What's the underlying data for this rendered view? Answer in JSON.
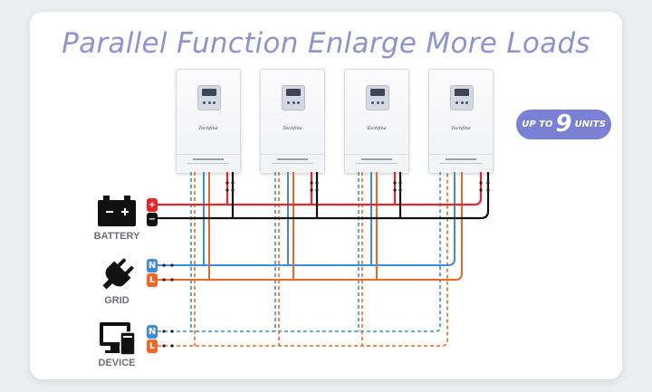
{
  "title": "Parallel Function Enlarge More Loads",
  "badge": {
    "prefix": "UP TO",
    "count": "9",
    "suffix": "UNITS"
  },
  "inverter": {
    "brand": "Techfine"
  },
  "sources": {
    "battery": {
      "label": "BATTERY",
      "pos": "+",
      "neg": "−"
    },
    "grid": {
      "label": "GRID",
      "n": "N",
      "l": "L"
    },
    "device": {
      "label": "DEVICE",
      "n": "N",
      "l": "L"
    }
  },
  "colors": {
    "title": "#8e93cf",
    "badge": "#7a80d4",
    "positive": "#e5262a",
    "negative": "#111111",
    "neutral": "#3e8cd4",
    "live": "#f26522"
  }
}
